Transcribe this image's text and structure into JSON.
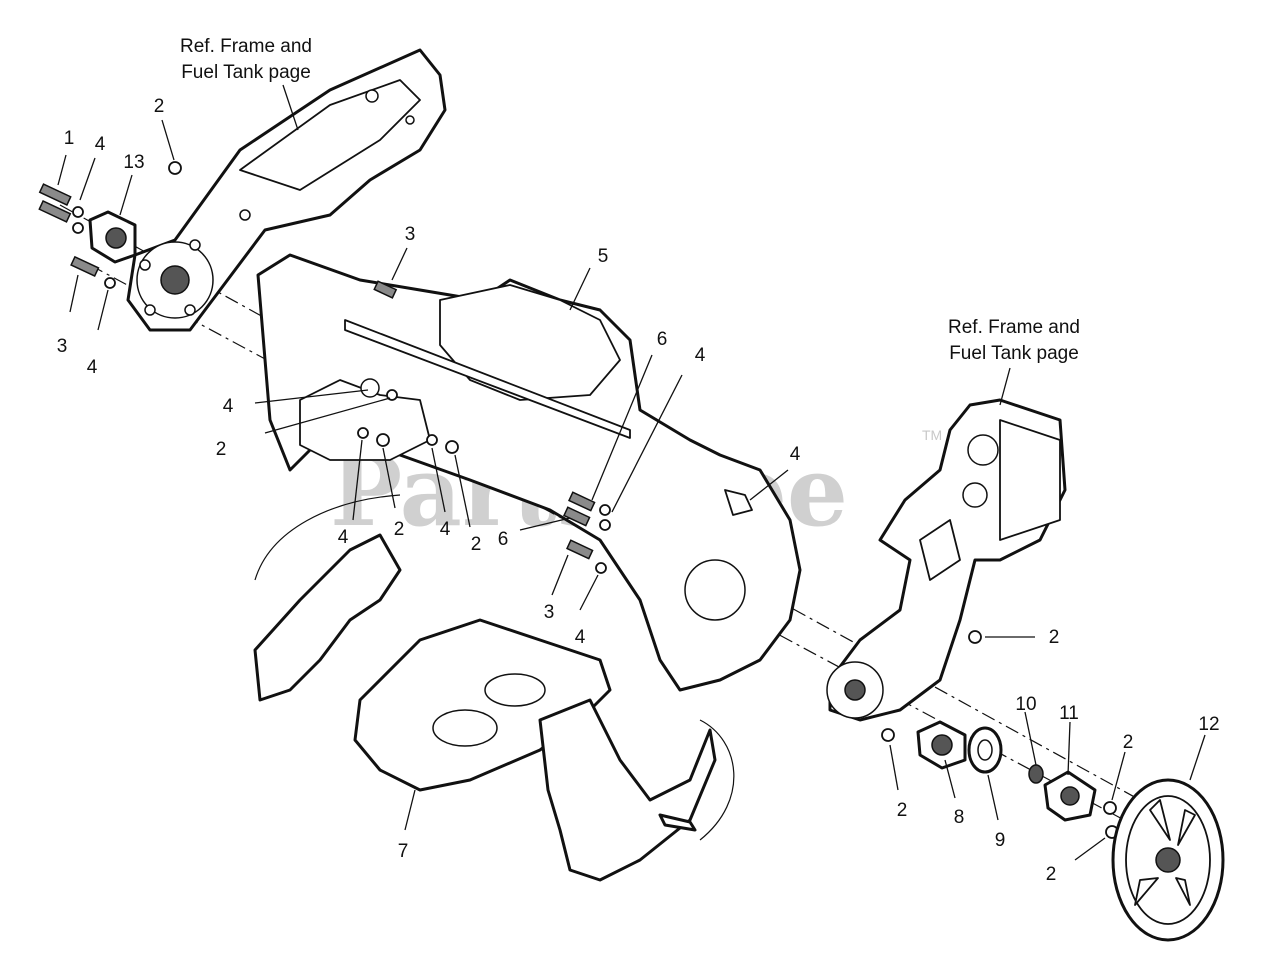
{
  "watermark": {
    "text": "PartsTree",
    "tm": "TM"
  },
  "references": [
    {
      "id": "ref-left",
      "line1": "Ref. Frame and",
      "line2": "Fuel Tank page"
    },
    {
      "id": "ref-right",
      "line1": "Ref. Frame and",
      "line2": "Fuel Tank page"
    }
  ],
  "callouts": [
    "1",
    "4",
    "13",
    "2",
    "3",
    "4",
    "3",
    "5",
    "6",
    "4",
    "4",
    "2",
    "4",
    "2",
    "4",
    "2",
    "6",
    "4",
    "3",
    "4",
    "7",
    "2",
    "2",
    "8",
    "9",
    "10",
    "11",
    "2",
    "12",
    "2"
  ]
}
